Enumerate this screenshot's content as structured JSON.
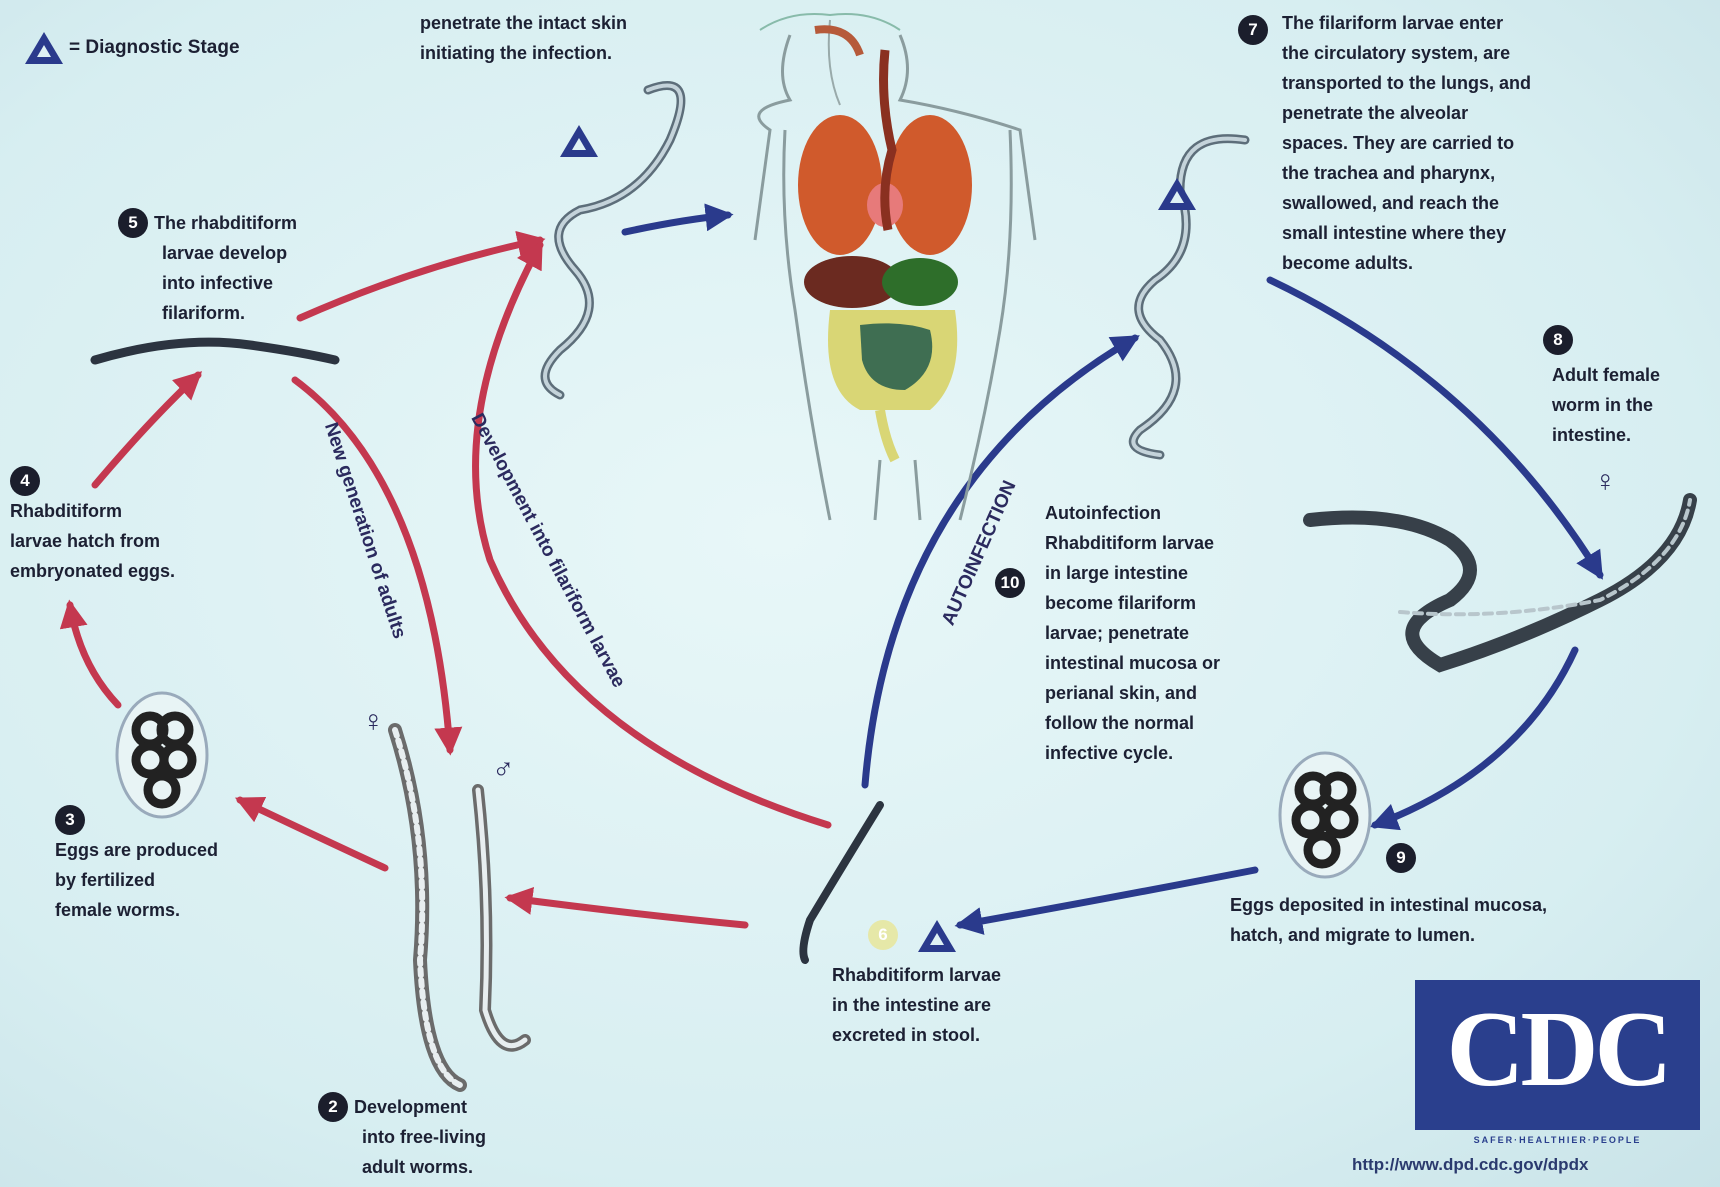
{
  "legend": {
    "diagnostic": "= Diagnostic Stage"
  },
  "stages": {
    "s1": {
      "text": [
        "penetrate the intact skin",
        "initiating the infection."
      ]
    },
    "s2": {
      "num": "2",
      "text": [
        "Development",
        "into free-living",
        "adult worms."
      ]
    },
    "s3": {
      "num": "3",
      "text": [
        "Eggs are produced",
        "by fertilized",
        "female worms."
      ]
    },
    "s4": {
      "num": "4",
      "text": [
        "Rhabditiform",
        "larvae hatch from",
        "embryonated eggs."
      ]
    },
    "s5": {
      "num": "5",
      "text": [
        "The rhabditiform",
        "larvae develop",
        "into infective",
        "filariform."
      ]
    },
    "s6": {
      "num": "6",
      "text": [
        "Rhabditiform larvae",
        "in the intestine are",
        "excreted in stool."
      ]
    },
    "s7": {
      "num": "7",
      "text": [
        "The filariform larvae enter",
        "the circulatory system, are",
        "transported to the lungs, and",
        "penetrate the alveolar",
        "spaces.  They are carried to",
        "the trachea and pharynx,",
        "swallowed, and reach the",
        "small intestine where they",
        "become adults."
      ]
    },
    "s8": {
      "num": "8",
      "text": [
        "Adult female",
        "worm in the",
        "intestine."
      ]
    },
    "s9": {
      "num": "9",
      "text": [
        "Eggs deposited in intestinal mucosa,",
        "hatch, and migrate to lumen."
      ]
    },
    "s10": {
      "num": "10",
      "text": [
        "Autoinfection",
        "Rhabditiform larvae",
        "in large intestine",
        "become filariform",
        "larvae; penetrate",
        "intestinal mucosa or",
        "perianal skin, and",
        "follow the normal",
        "infective cycle."
      ]
    }
  },
  "path_labels": {
    "new_generation": "New generation of adults",
    "filariform": "Development into filariform larvae",
    "autoinfection": "AUTOINFECTION"
  },
  "symbols": {
    "female": "♀",
    "male": "♂"
  },
  "logo": {
    "text": "CDC",
    "sub": "SAFER·HEALTHIER·PEOPLE",
    "url": "http://www.dpd.cdc.gov/dpdx"
  },
  "colors": {
    "red_arrow": "#c4384f",
    "blue_arrow": "#2a3a8c",
    "badge": "#1b1e2c"
  }
}
